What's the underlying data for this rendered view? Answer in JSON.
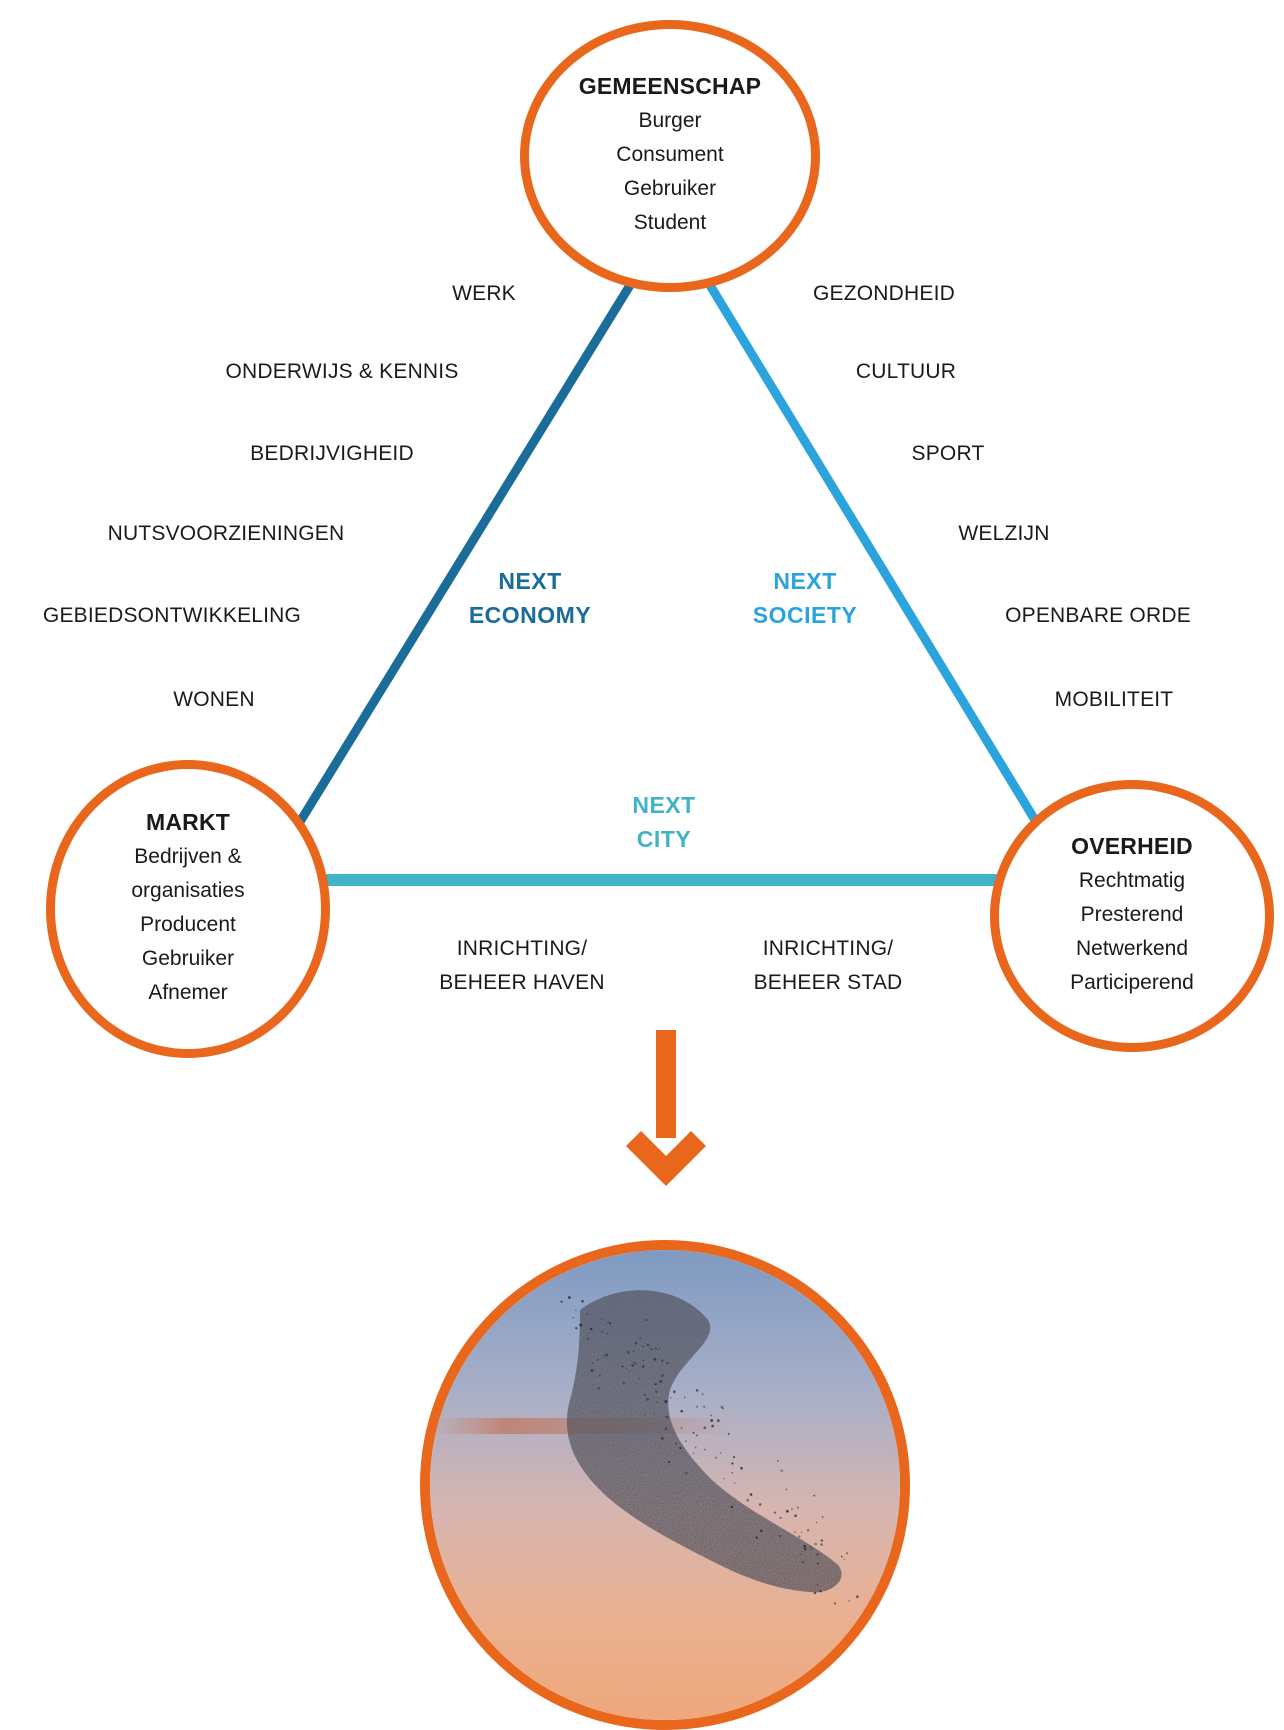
{
  "colors": {
    "orange": "#E8671C",
    "economy": "#1A6C9A",
    "society": "#2BA3DD",
    "city": "#40B3C6"
  },
  "nodes": {
    "gemeenschap": {
      "title": "GEMEENSCHAP",
      "lines": [
        "Burger",
        "Consument",
        "Gebruiker",
        "Student"
      ]
    },
    "markt": {
      "title": "MARKT",
      "lines": [
        "Bedrijven &",
        "organisaties",
        "Producent",
        "Gebruiker",
        "Afnemer"
      ]
    },
    "overheid": {
      "title": "OVERHEID",
      "lines": [
        "Rechtmatig",
        "Presterend",
        "Netwerkend",
        "Participerend"
      ]
    }
  },
  "sides": {
    "economy": [
      "NEXT",
      "ECONOMY"
    ],
    "society": [
      "NEXT",
      "SOCIETY"
    ],
    "city": [
      "NEXT",
      "CITY"
    ]
  },
  "topics_left": [
    "WERK",
    "ONDERWIJS & KENNIS",
    "BEDRIJVIGHEID",
    "NUTSVOORZIENINGEN",
    "GEBIEDSONTWIKKELING",
    "WONEN"
  ],
  "topics_right": [
    "GEZONDHEID",
    "CULTUUR",
    "SPORT",
    "WELZIJN",
    "OPENBARE ORDE",
    "MOBILITEIT"
  ],
  "topics_bottom": [
    [
      "INRICHTING/",
      "BEHEER HAVEN"
    ],
    [
      "INRICHTING/",
      "BEHEER STAD"
    ]
  ],
  "image": {
    "subject": "murmuration-of-starlings-photo"
  },
  "arrow": {
    "direction": "down"
  }
}
